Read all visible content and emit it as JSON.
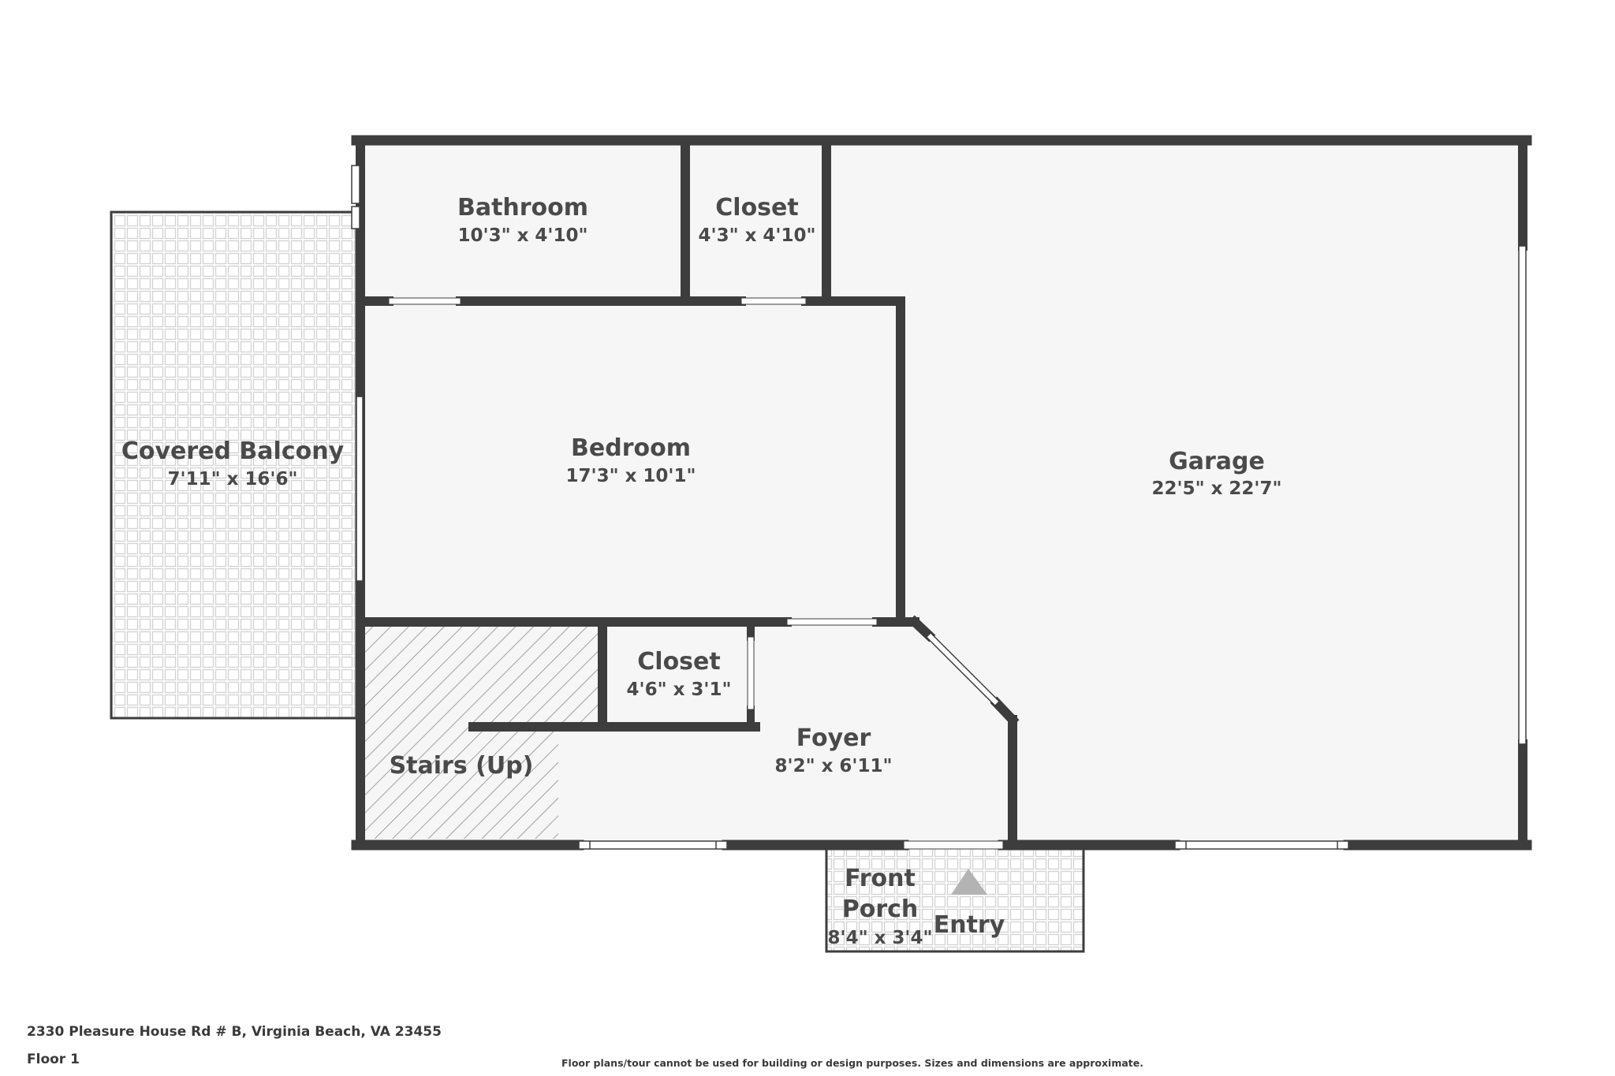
{
  "rooms": {
    "bathroom": {
      "name": "Bathroom",
      "dims": "10'3\" x 4'10\""
    },
    "closet_top": {
      "name": "Closet",
      "dims": "4'3\" x 4'10\""
    },
    "garage": {
      "name": "Garage",
      "dims": "22'5\" x 22'7\""
    },
    "covered_balcony": {
      "name": "Covered Balcony",
      "dims": "7'11\" x 16'6\""
    },
    "bedroom": {
      "name": "Bedroom",
      "dims": "17'3\" x 10'1\""
    },
    "closet_small": {
      "name": "Closet",
      "dims": "4'6\" x 3'1\""
    },
    "foyer": {
      "name": "Foyer",
      "dims": "8'2\" x 6'11\""
    },
    "stairs": {
      "name": "Stairs (Up)"
    },
    "front_porch": {
      "name_line1": "Front",
      "name_line2": "Porch",
      "dims": "8'4\" x 3'4\""
    }
  },
  "entry": {
    "label": "Entry"
  },
  "footer": {
    "address": "2330 Pleasure House Rd # B, Virginia Beach, VA 23455",
    "floor": "Floor 1",
    "disclaimer": "Floor plans/tour cannot be used for building or design purposes. Sizes and dimensions are approximate."
  },
  "colors": {
    "wall": "#3d3d3d",
    "floor": "#f6f6f6",
    "tile_stroke": "#d2d2d2",
    "hatch": "#8a8a8a",
    "entry_arrow": "#b3b3b3"
  },
  "icons": {
    "entry_marker": "triangle-up-icon"
  }
}
